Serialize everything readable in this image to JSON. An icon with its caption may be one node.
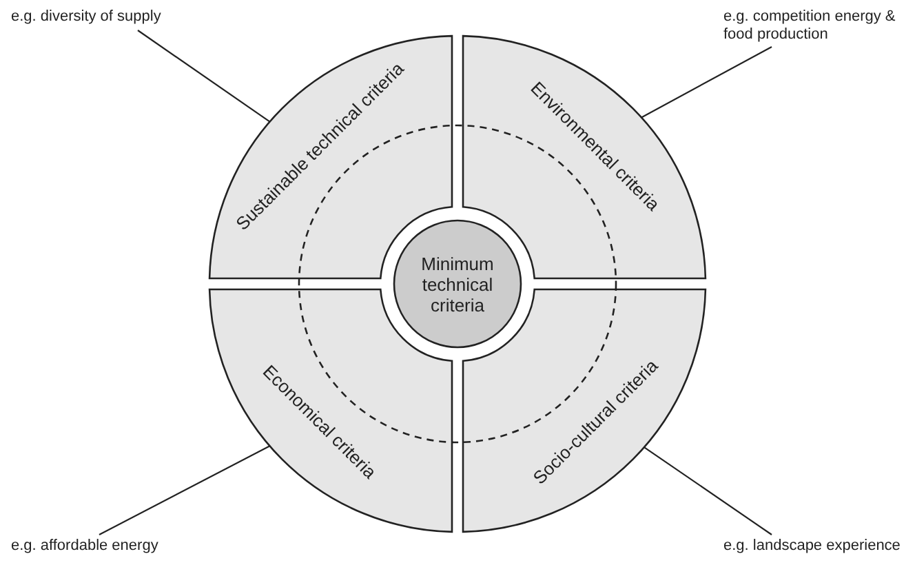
{
  "diagram": {
    "nodes": [
      {
        "text": [
          "Minimum technical criteria"
        ]
      },
      {
        "text": [
          "Sustainable technical criteria"
        ]
      },
      {
        "text": [
          "Environmental criteria"
        ]
      },
      {
        "text": [
          "Economical criteria"
        ]
      },
      {
        "text": [
          "Socio-cultural criteria"
        ]
      },
      {
        "text": [
          "e.g. diversity of supply"
        ]
      },
      {
        "text": [
          "e.g. competition energy & food production"
        ]
      },
      {
        "text": [
          "e.g. affordable energy"
        ]
      },
      {
        "text": [
          "e.g. landscape experience"
        ]
      }
    ],
    "edges": [
      {
        "from": 5,
        "to": 1,
        "arrow": "none"
      },
      {
        "from": 6,
        "to": 2,
        "arrow": "none"
      },
      {
        "from": 7,
        "to": 3,
        "arrow": "none"
      },
      {
        "from": 8,
        "to": 4,
        "arrow": "none"
      }
    ]
  }
}
